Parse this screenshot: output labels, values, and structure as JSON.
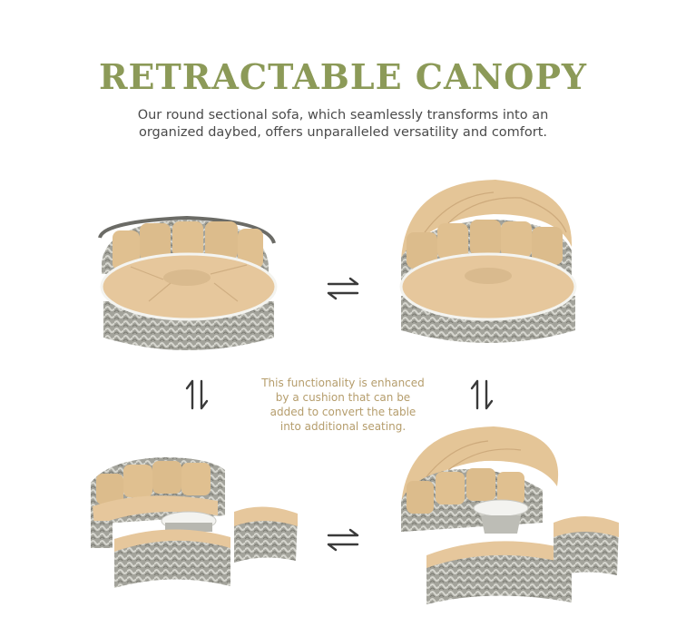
{
  "header": {
    "title": "RETRACTABLE CANOPY",
    "subtitle": "Our round sectional sofa, which seamlessly transforms into an organized daybed, offers unparalleled versatility and comfort."
  },
  "note": "This functionality is enhanced by a cushion that can be added to convert the table into additional seating.",
  "colors": {
    "title": "#8c9a58",
    "note": "#b59d6c",
    "cushion": "#e3c49a",
    "wicker": "#9a9a92",
    "trim": "#f2f2ee"
  },
  "icons": {
    "horizontal_swap": "swap-horizontal-icon",
    "vertical_swap": "swap-vertical-icon"
  }
}
